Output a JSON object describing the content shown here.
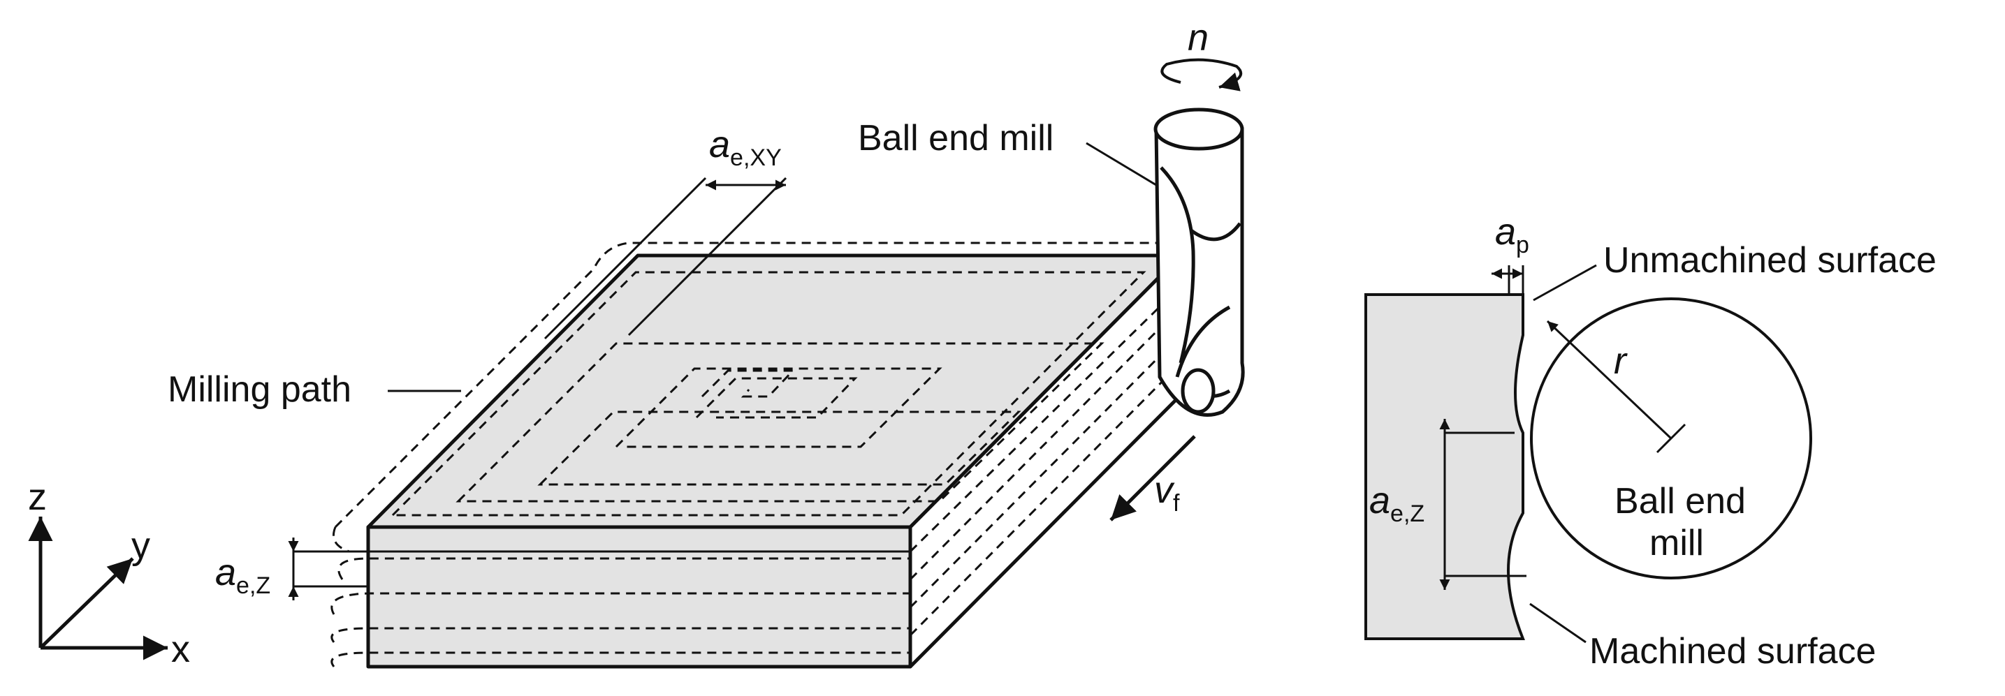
{
  "labels": {
    "ball_end_mill": "Ball end mill",
    "milling_path": "Milling path",
    "unmachined_surface": "Unmachined surface",
    "machined_surface": "Machined surface",
    "ball_end_mill_line1": "Ball end",
    "ball_end_mill_line2": "mill"
  },
  "symbols": {
    "spindle_speed": "n",
    "feed_velocity": "v",
    "feed_velocity_sub": "f",
    "step_over": "a",
    "step_over_sub": "e,XY",
    "step_down": "a",
    "step_down_sub": "e,Z",
    "step_down_right": "a",
    "step_down_right_sub": "e,Z",
    "depth_of_cut": "a",
    "depth_of_cut_sub": "p",
    "radius": "r"
  },
  "axes": {
    "x": "x",
    "y": "y",
    "z": "z"
  },
  "colors": {
    "line": "#111111",
    "surface": "#e3e3e3",
    "background": "#ffffff"
  }
}
